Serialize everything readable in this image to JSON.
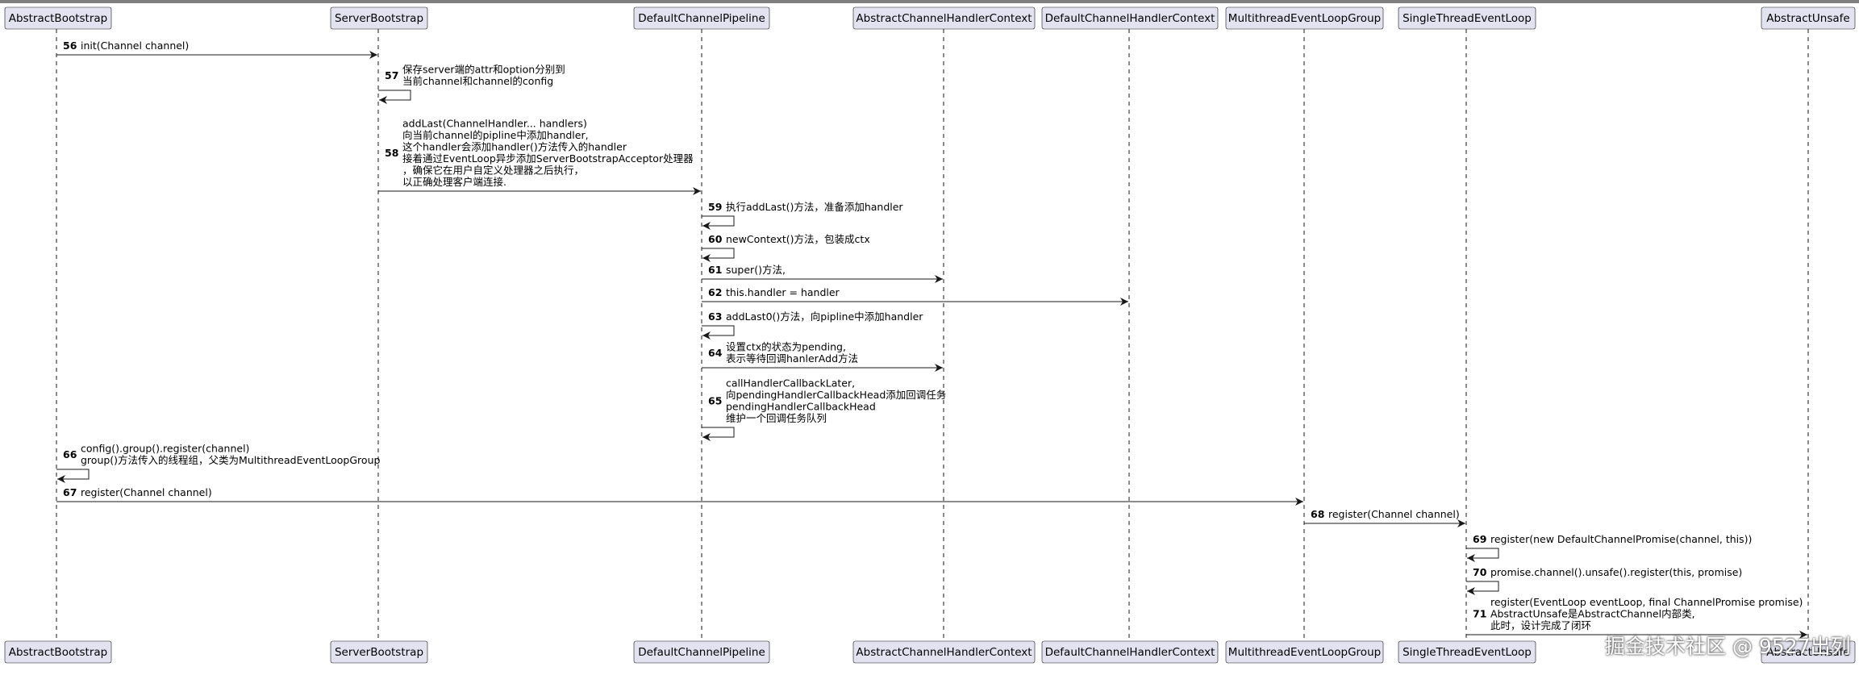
{
  "participants": [
    "AbstractBootstrap",
    "ServerBootstrap",
    "DefaultChannelPipeline",
    "AbstractChannelHandlerContext",
    "DefaultChannelHandlerContext",
    "MultithreadEventLoopGroup",
    "SingleThreadEventLoop",
    "AbstractUnsafe"
  ],
  "messages": [
    {
      "num": "56",
      "from": 0,
      "to": 1,
      "lines": [
        "init(Channel channel)"
      ]
    },
    {
      "num": "57",
      "from": 1,
      "to": 1,
      "lines": [
        "保存server端的attr和option分别到",
        "当前channel和channel的config"
      ]
    },
    {
      "num": "58",
      "from": 1,
      "to": 2,
      "lines": [
        "addLast(ChannelHandler... handlers)",
        "向当前channel的pipline中添加handler,",
        "这个handler会添加handler()方法传入的handler",
        "接着通过EventLoop异步添加ServerBootstrapAcceptor处理器",
        "，确保它在用户自定义处理器之后执行，",
        "以正确处理客户端连接."
      ]
    },
    {
      "num": "59",
      "from": 2,
      "to": 2,
      "lines": [
        "执行addLast()方法，准备添加handler"
      ]
    },
    {
      "num": "60",
      "from": 2,
      "to": 2,
      "lines": [
        "newContext()方法，包装成ctx"
      ]
    },
    {
      "num": "61",
      "from": 2,
      "to": 3,
      "lines": [
        "super()方法,"
      ]
    },
    {
      "num": "62",
      "from": 2,
      "to": 4,
      "lines": [
        "this.handler = handler"
      ]
    },
    {
      "num": "63",
      "from": 2,
      "to": 2,
      "lines": [
        "addLast0()方法，向pipline中添加handler"
      ]
    },
    {
      "num": "64",
      "from": 2,
      "to": 3,
      "lines": [
        "设置ctx的状态为pending,",
        "表示等待回调hanlerAdd方法"
      ]
    },
    {
      "num": "65",
      "from": 2,
      "to": 2,
      "lines": [
        "callHandlerCallbackLater,",
        "向pendingHandlerCallbackHead添加回调任务",
        " pendingHandlerCallbackHead",
        "维护一个回调任务队列"
      ]
    },
    {
      "num": "66",
      "from": 0,
      "to": 0,
      "lines": [
        "config().group().register(channel)",
        "group()方法传入的线程组，父类为MultithreadEventLoopGroup"
      ]
    },
    {
      "num": "67",
      "from": 0,
      "to": 5,
      "lines": [
        "register(Channel channel)"
      ]
    },
    {
      "num": "68",
      "from": 5,
      "to": 6,
      "lines": [
        "register(Channel channel)"
      ]
    },
    {
      "num": "69",
      "from": 6,
      "to": 6,
      "lines": [
        "register(new DefaultChannelPromise(channel, this))"
      ]
    },
    {
      "num": "70",
      "from": 6,
      "to": 6,
      "lines": [
        "promise.channel().unsafe().register(this, promise)"
      ]
    },
    {
      "num": "71",
      "from": 6,
      "to": 7,
      "lines": [
        "register(EventLoop eventLoop, final ChannelPromise promise)",
        "AbstractUnsafe是AbstractChannel内部类,",
        "此时，设计完成了闭环"
      ]
    }
  ],
  "watermark": "掘金技术社区 @ 9527出列",
  "colors": {
    "box_fill": "#e2e2f0",
    "box_border": "#181818",
    "lifeline": "#181818",
    "arrow": "#181818",
    "text": "#000000"
  }
}
